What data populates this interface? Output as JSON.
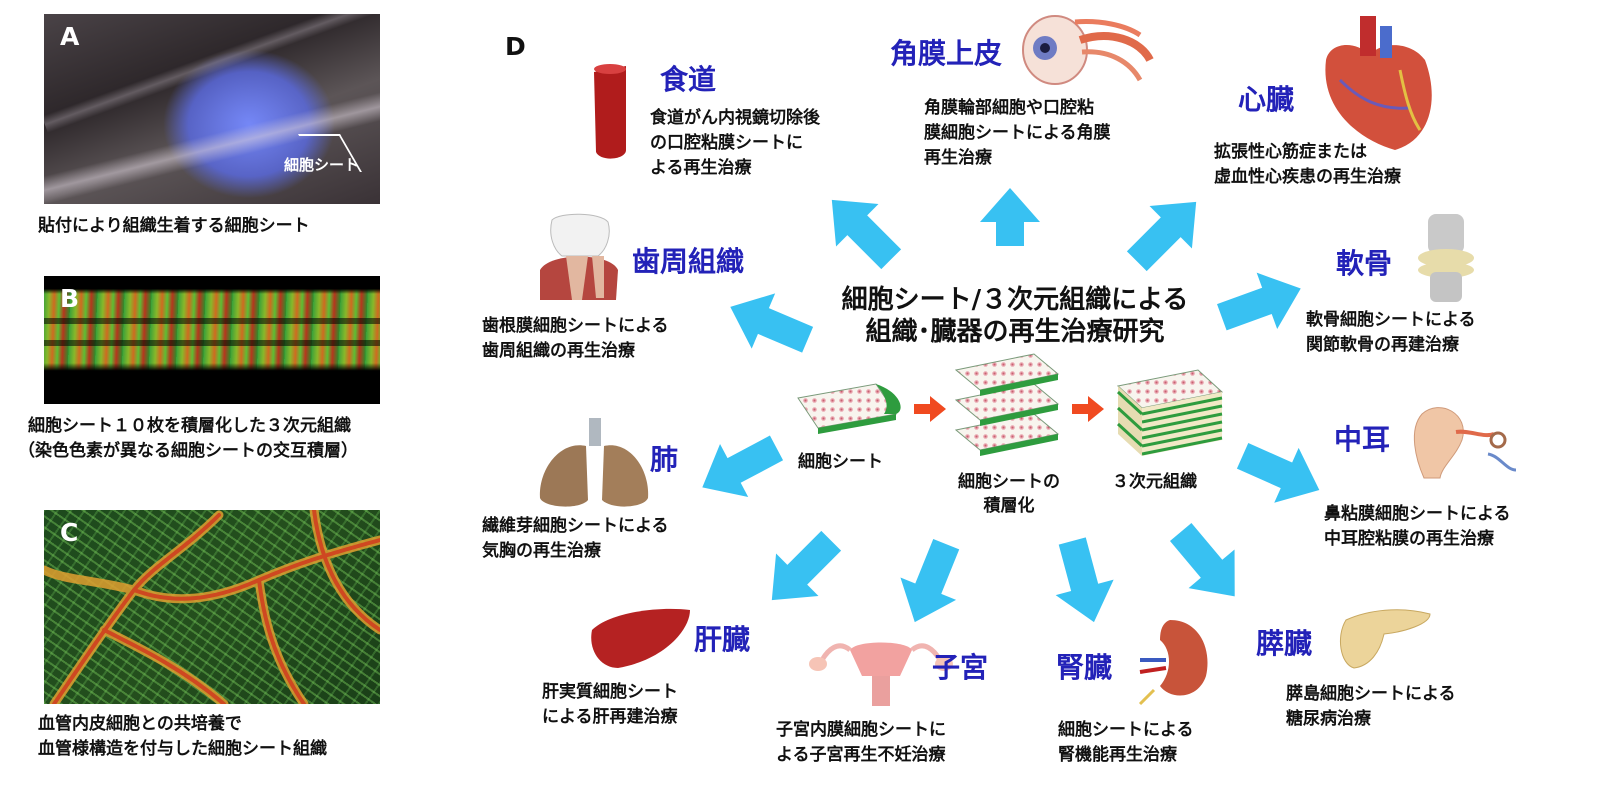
{
  "panels": {
    "a": {
      "letter": "A",
      "label": "細胞シート",
      "caption": "貼付により組織生着する細胞シート"
    },
    "b": {
      "letter": "B",
      "caption_lines": [
        "細胞シート１０枚を積層化した３次元組織",
        "（染色色素が異なる細胞シートの交互積層）"
      ]
    },
    "c": {
      "letter": "C",
      "caption_lines": [
        "血管内皮細胞との共培養で",
        "血管様構造を付与した細胞シート組織"
      ]
    },
    "d": {
      "letter": "D"
    }
  },
  "center": {
    "title_lines": [
      "細胞シート/３次元組織による",
      "組織･臓器の再生治療研究"
    ]
  },
  "flow": {
    "sheet": "細胞シート",
    "stack_lines": [
      "細胞シートの",
      "積層化"
    ],
    "tissue": "３次元組織"
  },
  "organs": {
    "esophagus": {
      "title": "食道",
      "desc_lines": [
        "食道がん内視鏡切除後",
        "の口腔粘膜シートに",
        "よる再生治療"
      ]
    },
    "cornea": {
      "title": "角膜上皮",
      "desc_lines": [
        "角膜輪部細胞や口腔粘",
        "膜細胞シートによる角膜",
        "再生治療"
      ]
    },
    "heart": {
      "title": "心臓",
      "desc_lines": [
        "拡張性心筋症または",
        "虚血性心疾患の再生治療"
      ]
    },
    "periodontal": {
      "title": "歯周組織",
      "desc_lines": [
        "歯根膜細胞シートによる",
        "歯周組織の再生治療"
      ]
    },
    "cartilage": {
      "title": "軟骨",
      "desc_lines": [
        "軟骨細胞シートによる",
        "関節軟骨の再建治療"
      ]
    },
    "lung": {
      "title": "肺",
      "desc_lines": [
        "繊維芽細胞シートによる",
        "気胸の再生治療"
      ]
    },
    "middle_ear": {
      "title": "中耳",
      "desc_lines": [
        "鼻粘膜細胞シートによる",
        "中耳腔粘膜の再生治療"
      ]
    },
    "liver": {
      "title": "肝臓",
      "desc_lines": [
        "肝実質細胞シート",
        "による肝再建治療"
      ]
    },
    "uterus": {
      "title": "子宮",
      "desc_lines": [
        "子宮内膜細胞シートに",
        "よる子宮再生不妊治療"
      ]
    },
    "kidney": {
      "title": "腎臓",
      "desc_lines": [
        "細胞シートによる",
        "腎機能再生治療"
      ]
    },
    "pancreas": {
      "title": "膵臓",
      "desc_lines": [
        "膵島細胞シートによる",
        "糖尿病治療"
      ]
    }
  },
  "colors": {
    "title_blue": "#2322b8",
    "arrow_cyan": "#38c1f2",
    "flow_arrow": "#f04a20",
    "sheet_green": "#2e9c3e"
  }
}
